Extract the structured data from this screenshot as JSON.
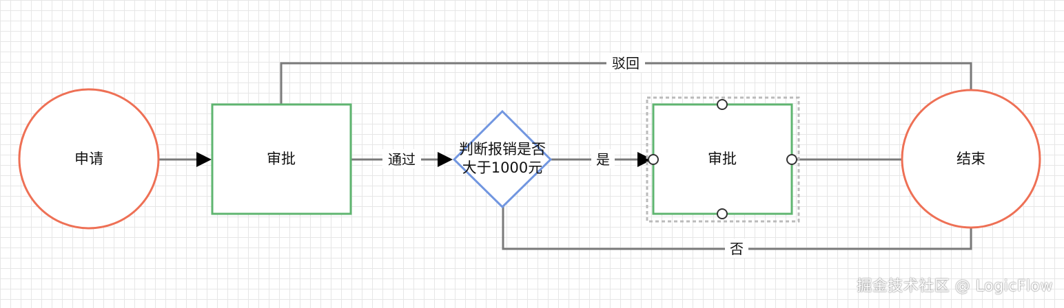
{
  "diagram": {
    "nodes": {
      "start": {
        "label": "申请",
        "shape": "circle",
        "color": "#ee7055"
      },
      "approve1": {
        "label": "审批",
        "shape": "rect",
        "color": "#5fb570"
      },
      "decision": {
        "label_line1": "判断报销是否",
        "label_line2": "大于1000元",
        "shape": "diamond",
        "color": "#7196e0"
      },
      "approve2": {
        "label": "审批",
        "shape": "rect",
        "color": "#5fb570",
        "selected": true
      },
      "end": {
        "label": "结束",
        "shape": "circle",
        "color": "#ee7055"
      }
    },
    "edges": {
      "start_to_approve1": {
        "label": ""
      },
      "approve1_to_decision": {
        "label": "通过"
      },
      "decision_to_approve2": {
        "label": "是"
      },
      "approve2_to_end": {
        "label": ""
      },
      "decision_to_end": {
        "label": "否"
      },
      "end_to_approve1": {
        "label": "驳回"
      }
    }
  },
  "watermark": "掘金技术社区 @ LogicFlow"
}
